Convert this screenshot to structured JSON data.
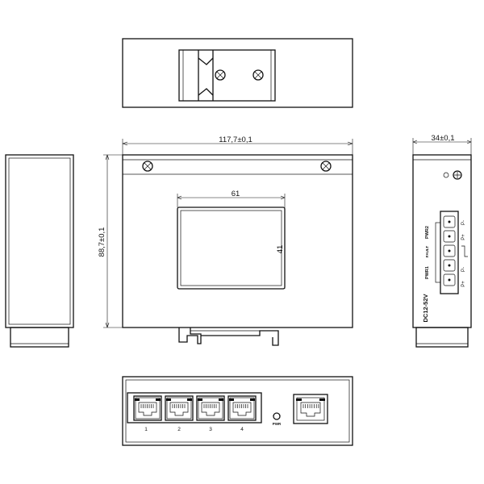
{
  "dimensions": {
    "front_width": "117,7±0,1",
    "front_height": "88,7±0,1",
    "side_depth": "34±0,1",
    "label_width": "61",
    "label_height": "41"
  },
  "port_labels": [
    "1",
    "2",
    "3",
    "4"
  ],
  "pwr_led_label": "PWR",
  "terminal": {
    "voltage": "DC12-52V",
    "pins": [
      "P-",
      "P+",
      "",
      "P-",
      "P+"
    ],
    "pwr2": "PWR2",
    "fault": "FAULT",
    "pwr1": "PWR1"
  }
}
